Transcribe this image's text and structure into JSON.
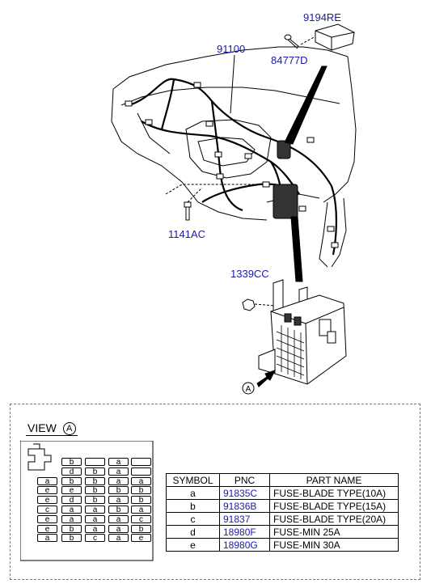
{
  "callouts": {
    "relay": "9194RE",
    "screw": "84777D",
    "harness": "91100",
    "bolt": "1141AC",
    "nut": "1339CC"
  },
  "arrow_label": "A",
  "view": {
    "title": "VIEW",
    "marker": "A"
  },
  "fuse_layout": {
    "rows": [
      [
        "b",
        "",
        "a",
        ""
      ],
      [
        "d",
        "b",
        "a",
        ""
      ],
      [
        "a",
        "b",
        "b",
        "a",
        "a"
      ],
      [
        "e",
        "e",
        "b",
        "b",
        "b"
      ],
      [
        "e",
        "d",
        "b",
        "a",
        "b"
      ],
      [
        "c",
        "a",
        "a",
        "b",
        "a"
      ],
      [
        "e",
        "a",
        "a",
        "a",
        "c"
      ],
      [
        "e",
        "b",
        "a",
        "a",
        "b"
      ],
      [
        "a",
        "b",
        "c",
        "a",
        "e"
      ]
    ]
  },
  "table": {
    "headers": [
      "SYMBOL",
      "PNC",
      "PART NAME"
    ],
    "rows": [
      {
        "symbol": "a",
        "pnc": "91835C",
        "name": "FUSE-BLADE TYPE(10A)"
      },
      {
        "symbol": "b",
        "pnc": "91836B",
        "name": "FUSE-BLADE TYPE(15A)"
      },
      {
        "symbol": "c",
        "pnc": "91837",
        "name": "FUSE-BLADE TYPE(20A)"
      },
      {
        "symbol": "d",
        "pnc": "18980F",
        "name": "FUSE-MIN 25A"
      },
      {
        "symbol": "e",
        "pnc": "18980G",
        "name": "FUSE-MIN 30A"
      }
    ]
  }
}
